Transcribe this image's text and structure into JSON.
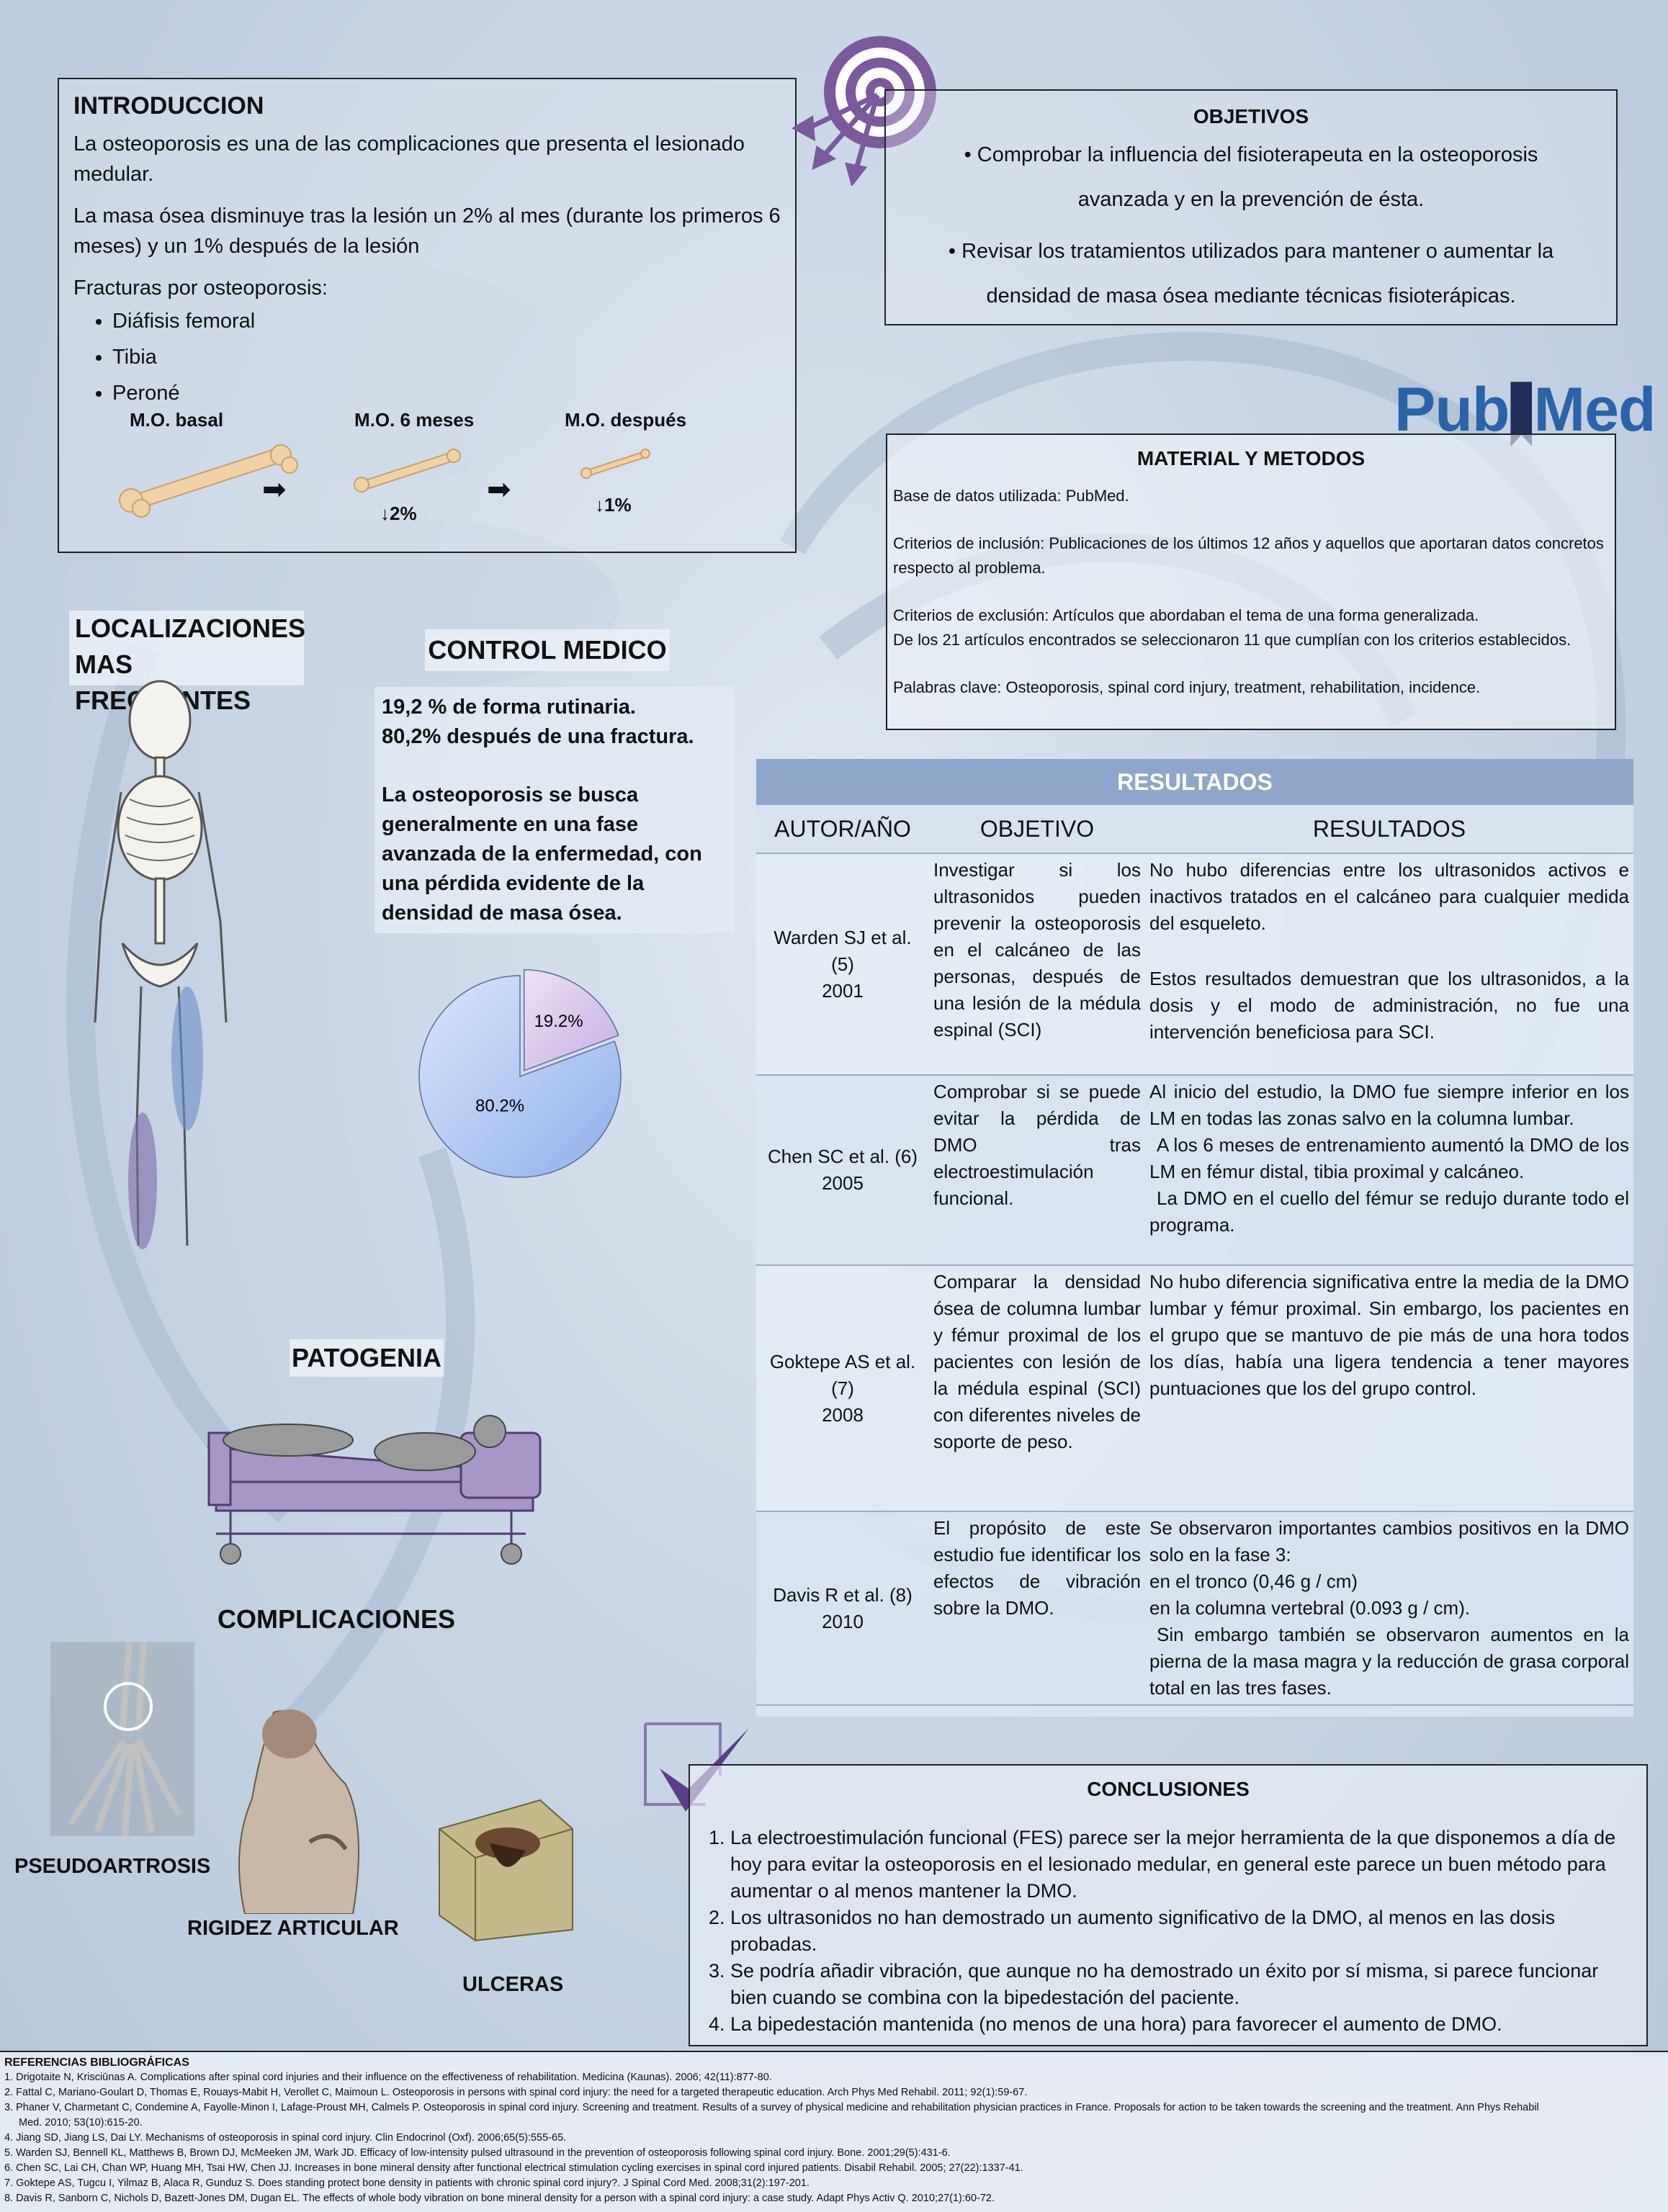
{
  "introduccion": {
    "title": "INTRODUCCION",
    "p1": "La osteoporosis es una de las complicaciones que presenta el lesionado medular.",
    "p2": "La masa ósea disminuye tras la lesión un 2% al mes (durante los primeros 6 meses) y un 1% después de la lesión",
    "p3": "Fracturas por osteoporosis:",
    "items": [
      "Diáfisis femoral",
      "Tibia",
      "Peroné"
    ],
    "stage_basal": "M.O. basal",
    "stage_6m": "M.O. 6 meses",
    "stage_after": "M.O. después",
    "drop_6m": "↓2%",
    "drop_after": "↓1%"
  },
  "objetivos": {
    "title": "OBJETIVOS",
    "line1": "• Comprobar la influencia del fisioterapeuta en la osteoporosis",
    "line2": "avanzada  y en la prevención de ésta.",
    "line3": "• Revisar los tratamientos utilizados para mantener o aumentar la",
    "line4": "densidad de masa ósea mediante técnicas  fisioterápicas."
  },
  "pubmed": {
    "text_pub": "Pub",
    "text_med": "Med"
  },
  "material": {
    "title": "MATERIAL Y METODOS",
    "l1": "Base de datos utilizada: PubMed.",
    "l2": "Criterios de inclusión: Publicaciones de los últimos 12 años y aquellos que aportaran datos concretos respecto al problema.",
    "l3": "Criterios de exclusión: Artículos que abordaban el tema de una forma generalizada.",
    "l4": "De los 21 artículos encontrados se seleccionaron 11 que cumplían con los criterios establecidos.",
    "l5": "Palabras clave: Osteoporosis, spinal cord injury, treatment, rehabilitation, incidence."
  },
  "localizaciones": {
    "title1": "LOCALIZACIONES",
    "title2": "MAS FRECUENTES"
  },
  "control": {
    "title": "CONTROL MEDICO",
    "l1": "19,2 % de forma rutinaria.",
    "l2": "80,2% después de una fractura.",
    "l3": "La osteoporosis se busca generalmente en una fase avanzada de la enfermedad, con una pérdida evidente de la densidad de masa ósea."
  },
  "chart_data": {
    "type": "pie",
    "title": "",
    "labels": [
      "19.2%",
      "80.2%"
    ],
    "values": [
      19.2,
      80.2
    ],
    "colors": [
      "#d9c8ec",
      "#b7cdf2"
    ],
    "legend": "none"
  },
  "patogenia": {
    "title": "PATOGENIA"
  },
  "complicaciones": {
    "title": "COMPLICACIONES",
    "pseudo": "PSEUDOARTROSIS",
    "rigidez": "RIGIDEZ ARTICULAR",
    "ulceras": "ULCERAS"
  },
  "resultados": {
    "title": "RESULTADOS",
    "col_author": "AUTOR/AÑO",
    "col_obj": "OBJETIVO",
    "col_res": "RESULTADOS",
    "rows": [
      {
        "author": "Warden SJ et al. (5)",
        "year": "2001",
        "objetivo": "Investigar si los ultrasonidos pueden prevenir la osteoporosis en el calcáneo de las personas, después de una lesión de la médula espinal (SCI)",
        "r1": "No hubo diferencias entre los ultrasonidos activos e inactivos tratados en el calcáneo para cualquier medida del esqueleto.",
        "r2": "Estos resultados demuestran que los ultrasonidos, a la dosis y el modo de administración,  no fue una intervención beneficiosa para SCI.",
        "r3": ""
      },
      {
        "author": "Chen SC et al. (6)",
        "year": "2005",
        "objetivo": "Comprobar si se puede evitar la pérdida de DMO tras electroestimulación funcional.",
        "r1": "Al inicio del estudio, la DMO fue siempre inferior en los LM en todas las zonas salvo en la columna lumbar.",
        "r2": "A los 6 meses de entrenamiento aumentó la DMO de los LM en fémur distal, tibia proximal y calcáneo.",
        "r3": "La DMO en el cuello del fémur se redujo durante todo el programa."
      },
      {
        "author": "Goktepe AS et al. (7)",
        "year": "2008",
        "objetivo": "Comparar la densidad ósea de columna lumbar y fémur proximal de los pacientes con lesión de la médula espinal (SCI) con diferentes niveles de soporte de peso.",
        "r1": "No hubo diferencia significativa entre la media de la DMO lumbar y fémur proximal. Sin embargo, los pacientes en el grupo que se mantuvo de pie más de una hora todos los días, había una ligera tendencia a tener mayores puntuaciones  que los del grupo control.",
        "r2": "",
        "r3": ""
      },
      {
        "author": "Davis R et al. (8)",
        "year": "2010",
        "objetivo": "El propósito de este estudio fue identificar los efectos de vibración sobre la DMO.",
        "r1": "Se observaron importantes cambios positivos en la DMO solo en la fase 3:",
        "r2": "en el tronco (0,46 g / cm)",
        "r3": "en la columna vertebral (0.093 g / cm).",
        "r4": "Sin embargo también se observaron aumentos en la pierna de la masa magra y la reducción de grasa corporal total en las tres fases."
      }
    ]
  },
  "conclusiones": {
    "title": "CONCLUSIONES",
    "items": [
      "La electroestimulación funcional (FES) parece ser la mejor herramienta de la que disponemos a día de hoy  para evitar la osteoporosis en el lesionado medular, en general este parece un buen método para aumentar o al menos mantener la DMO.",
      "Los ultrasonidos no han demostrado un aumento significativo de la DMO, al menos en las dosis probadas.",
      "Se podría añadir vibración, que aunque no ha demostrado un éxito por sí misma, si parece funcionar bien cuando se combina con la bipedestación del paciente.",
      "La bipedestación mantenida (no menos de una hora) para favorecer  el aumento de DMO."
    ]
  },
  "referencias": {
    "title": "REFERENCIAS BIBLIOGRÁFICAS",
    "items": [
      "1. Drigotaite N, Krisciūnas A. Complications after spinal cord injuries and their influence on the effectiveness of rehabilitation. Medicina (Kaunas). 2006; 42(11):877-80.",
      "2. Fattal C, Mariano-Goulart D, Thomas E, Rouays-Mabit H, Verollet C, Maimoun L. Osteoporosis in persons with spinal cord injury: the need for a targeted therapeutic education. Arch Phys Med Rehabil. 2011; 92(1):59-67.",
      "3. Phaner V, Charmetant C, Condemine A, Fayolle-Minon I, Lafage-Proust MH, Calmels P. Osteoporosis in spinal cord injury. Screening and treatment. Results of a survey of physical medicine and rehabilitation physician practices in France. Proposals for action to be taken towards the screening and the treatment. Ann Phys Rehabil",
      "Med. 2010; 53(10):615-20.",
      "4. Jiang SD, Jiang LS, Dai LY. Mechanisms of osteoporosis in spinal cord injury. Clin Endocrinol (Oxf). 2006;65(5):555-65.",
      "5. Warden SJ, Bennell KL, Matthews B, Brown DJ, McMeeken JM, Wark JD. Efficacy of low-intensity pulsed ultrasound in the prevention of osteoporosis following spinal cord injury. Bone. 2001;29(5):431-6.",
      "6. Chen SC, Lai CH, Chan WP, Huang MH, Tsai HW, Chen JJ. Increases in bone mineral density after functional electrical stimulation cycling exercises in spinal cord injured patients. Disabil Rehabil. 2005; 27(22):1337-41.",
      "7. Goktepe AS, Tugcu I, Yilmaz B, Alaca R, Gunduz S. Does standing protect bone density in patients with chronic spinal cord injury?. J Spinal Cord Med. 2008;31(2):197-201.",
      "8. Davis R, Sanborn C, Nichols D, Bazett-Jones DM, Dugan EL. The effects of whole body vibration on bone mineral density for a person with a spinal cord injury: a case study. Adapt Phys Activ Q. 2010;27(1):60-72."
    ]
  }
}
